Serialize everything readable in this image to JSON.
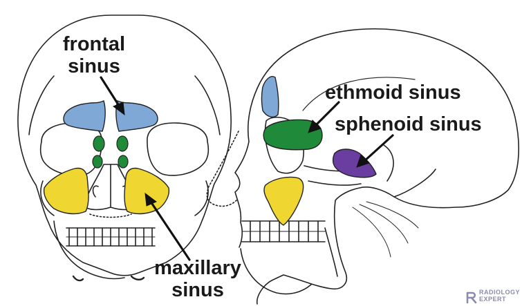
{
  "labels": {
    "frontal": [
      "frontal",
      "sinus"
    ],
    "ethmoid": "ethmoid sinus",
    "sphenoid": "sphenoid sinus",
    "maxillary": [
      "maxillary",
      "sinus"
    ]
  },
  "logo": {
    "line1": "RADIOLOGY",
    "line2": "EXPERT"
  },
  "colors": {
    "frontal": "#7fa8d6",
    "ethmoid": "#1f8a3a",
    "sphenoid": "#6a3ea1",
    "maxillary": "#f0d631",
    "outline": "#222222",
    "logo": "#8a8ab0"
  }
}
